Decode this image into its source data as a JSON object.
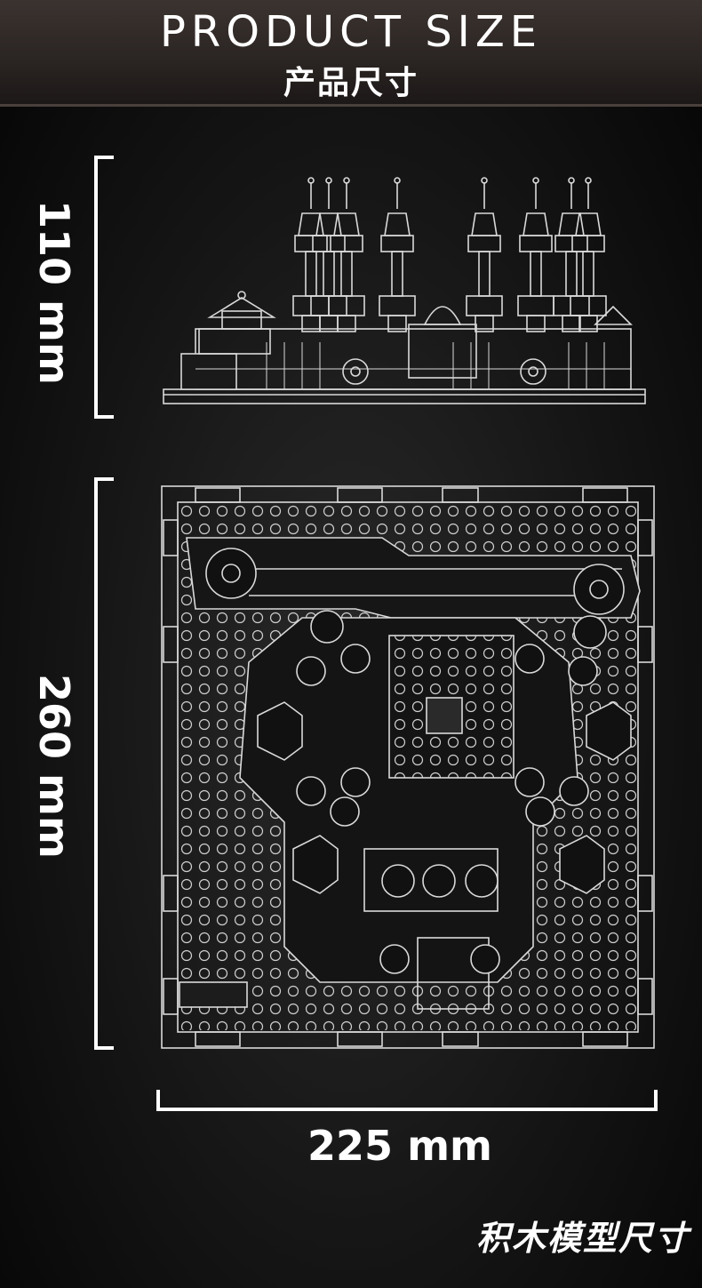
{
  "header": {
    "title_en": "PRODUCT SIZE",
    "title_zh": "产品尺寸"
  },
  "dimensions": {
    "height": "110 mm",
    "depth": "260 mm",
    "width": "225 mm"
  },
  "footer": {
    "note": "积木模型尺寸"
  }
}
